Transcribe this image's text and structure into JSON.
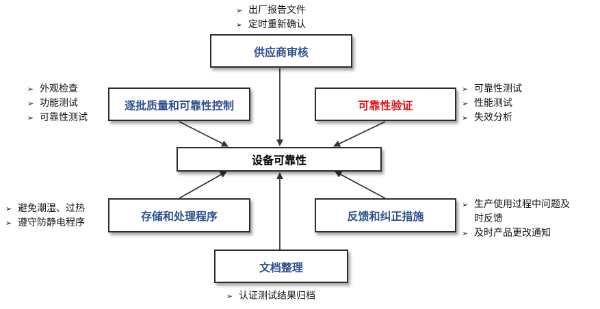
{
  "center": {
    "label": "设备可靠性"
  },
  "boxes": {
    "supplier": {
      "label": "供应商审核",
      "color": "#2e4f8f"
    },
    "batch": {
      "label": "逐批质量和可靠性控制",
      "color": "#2e4f8f"
    },
    "verify": {
      "label": "可靠性验证",
      "color": "#e0161a"
    },
    "storage": {
      "label": "存储和处理程序",
      "color": "#2e4f8f"
    },
    "feedback": {
      "label": "反馈和纠正措施",
      "color": "#2e4f8f"
    },
    "docs": {
      "label": "文档整理",
      "color": "#2e4f8f"
    }
  },
  "bullets": {
    "supplier": [
      "出厂报告文件",
      "定时重新确认"
    ],
    "batch": [
      "外观检查",
      "功能测试",
      "可靠性测试"
    ],
    "verify": [
      "可靠性测试",
      "性能测试",
      "失效分析"
    ],
    "storage": [
      "避免潮湿、过热",
      "遵守防静电程序"
    ],
    "feedback": [
      "生产使用过程中问题及",
      "时反馈",
      "及时产品更改通知"
    ],
    "docs": [
      "认证测试结果归档"
    ]
  }
}
